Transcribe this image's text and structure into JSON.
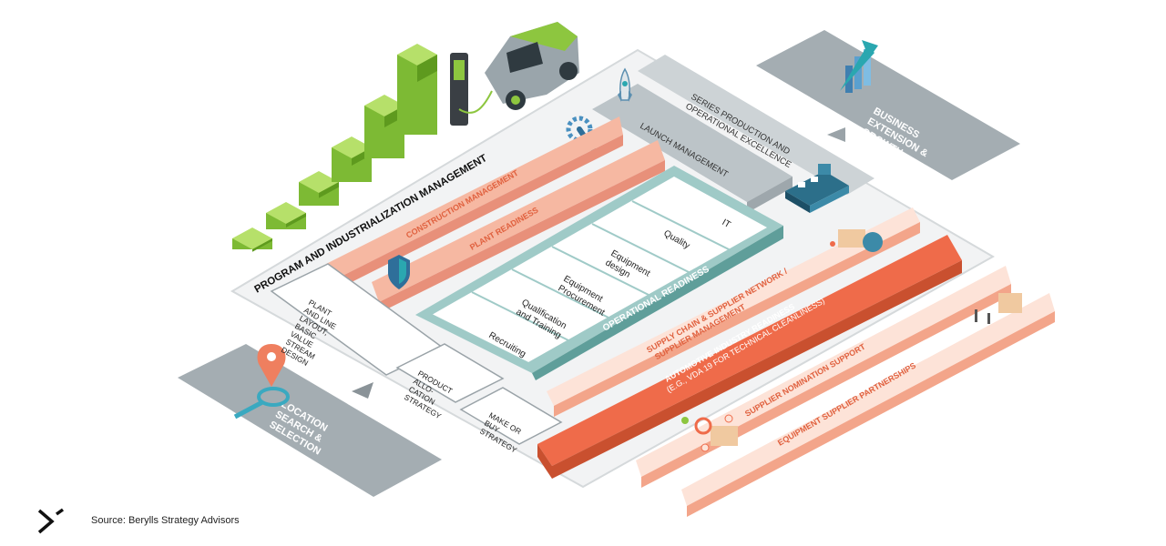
{
  "diagram": {
    "program_title": "PROGRAM AND INDUSTRIALIZATION MANAGEMENT",
    "construction": "CONSTRUCTION MANAGEMENT",
    "plant_readiness": "PLANT READINESS",
    "launch": "LAUNCH MANAGEMENT",
    "series_line1": "SERIES PRODUCTION AND",
    "series_line2": "OPERATIONAL EXCELLENCE",
    "business": [
      "BUSINESS",
      "EXTENSION &",
      "GROWTH"
    ],
    "location": [
      "LOCATION",
      "SEARCH &",
      "SELECTION"
    ],
    "operational_readiness": "OPERATIONAL READINESS",
    "op_cells": [
      "Recruiting",
      "Qualification\nand Training",
      "Equipment\nProcurement",
      "Equipment\ndesign",
      "Quality",
      "IT"
    ],
    "left_cells": [
      [
        "PLANT",
        "AND LINE",
        "LAYOUT,",
        "BASIC",
        "VALUE",
        "STREAM",
        "DESIGN"
      ],
      [
        "PRODUCT",
        "ALLO-",
        "CATION",
        "STRATEGY"
      ],
      [
        "MAKE OR",
        "BUY",
        "STRATEGY"
      ]
    ],
    "supply_chain": [
      "SUPPLY CHAIN & SUPPLIER NETWORK /",
      "SUPPLIER MANAGEMENT"
    ],
    "automotive": [
      "AUTOMOTIVE INDUSTRY READINESS",
      "(E.G., VDA 19 FOR TECHNICAL CLEANLINESS)"
    ],
    "supplier_nomination": "SUPPLIER NOMINATION SUPPORT",
    "equipment_partnerships": "EQUIPMENT SUPPLIER PARTNERSHIPS"
  },
  "source": "Source: Berylls Strategy Advisors",
  "colors": {
    "salmon": "#f3a58a",
    "salmon_light": "#fde3d8",
    "orange": "#ef6b4a",
    "teal": "#7fb7b3",
    "teal_dark": "#5f9e9a",
    "gray_panel": "#a8b1b6",
    "gray_light": "#cfd5d8",
    "green": "#8dc63f",
    "green_dark": "#5e9a1e"
  }
}
